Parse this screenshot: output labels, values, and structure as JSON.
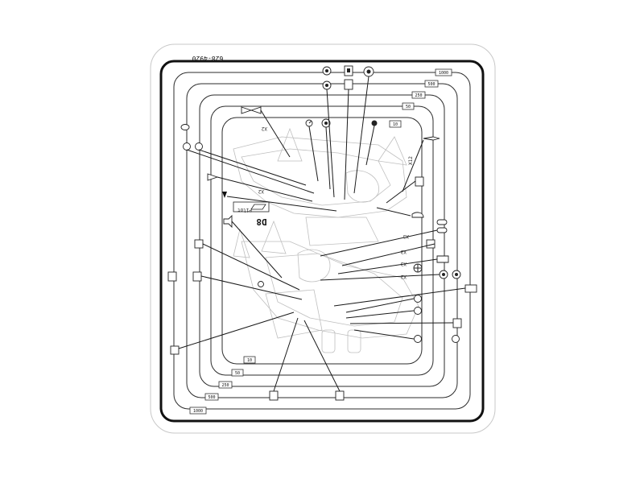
{
  "diagram": {
    "part_number": "628-4920",
    "model": "D8",
    "pilot_note": "Pilot",
    "harness_labels": [
      "X2",
      "X2",
      "X12",
      "X3",
      "X3",
      "X3",
      "X2",
      "X2"
    ],
    "tags": {
      "top_outer": "1000",
      "top_500": "500",
      "top_250": "250",
      "top_50": "50",
      "top_10": "10",
      "bottom_10": "10",
      "bottom_50": "50",
      "bottom_250": "250",
      "bottom_500": "500",
      "bottom_outer": "1000"
    }
  }
}
